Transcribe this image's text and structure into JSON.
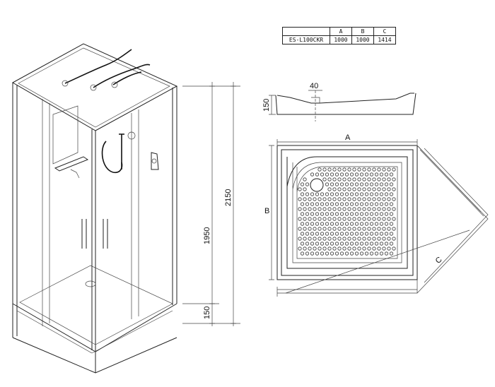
{
  "spec_table": {
    "headers": [
      "A",
      "B",
      "C"
    ],
    "model": "ES-L100CKR",
    "values": [
      "1000",
      "1000",
      "1414"
    ]
  },
  "dimensions": {
    "total_height": "2150",
    "cabin_height": "1950",
    "tray_height": "150",
    "tray_profile_height": "150",
    "drain_offset": "40",
    "side_a": "A",
    "side_b": "B",
    "diagonal_c": "C"
  }
}
